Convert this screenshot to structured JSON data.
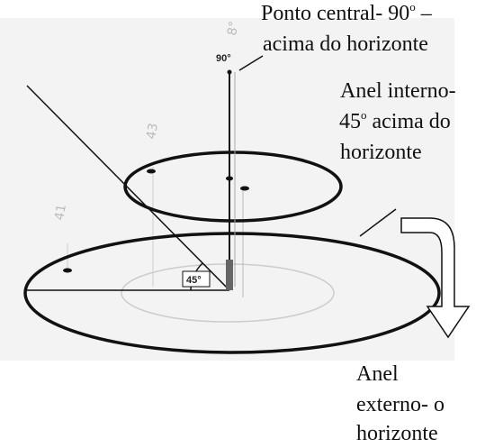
{
  "labels": {
    "center_line1": "Ponto central- 90",
    "center_sup": "o",
    "center_dash": " –",
    "center_line2": "acima do horizonte",
    "inner_line1": "Anel interno-",
    "inner_line2_num": "45",
    "inner_sup": "o",
    "inner_line2_rest": " acima do",
    "inner_line3": "horizonte",
    "outer_line1": "Anel",
    "outer_line2": "externo- o",
    "outer_line3": "horizonte"
  },
  "diagram": {
    "zenith_angle_label": "90°",
    "elevation_angle_label": "45°"
  },
  "colors": {
    "background": "#f3f3f3",
    "stroke": "#111111",
    "faint": "#bbbbbb"
  }
}
